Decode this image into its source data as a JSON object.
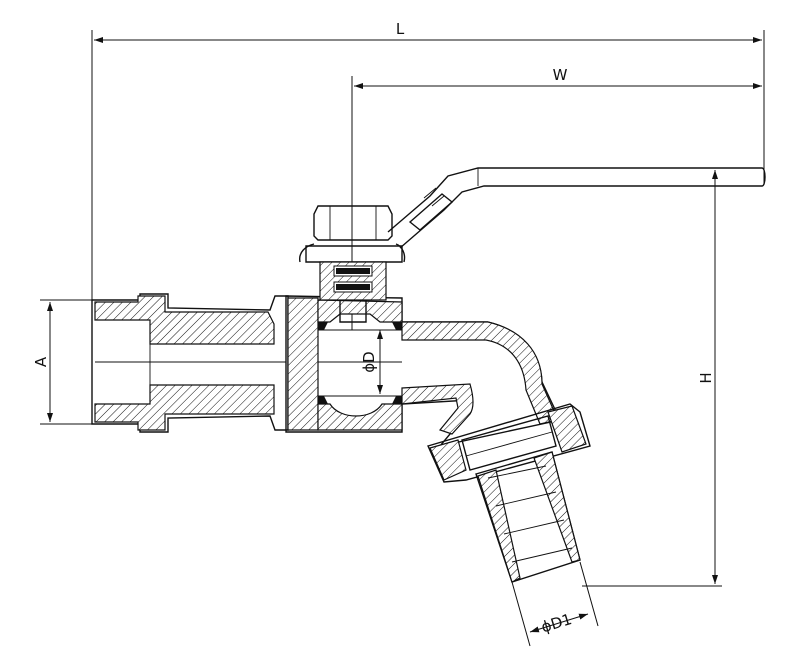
{
  "drawing": {
    "labels": {
      "length": "L",
      "handle_width": "W",
      "height": "H",
      "thread_size": "A",
      "bore_diameter": "ϕD",
      "outlet_diameter": "ϕD1"
    }
  }
}
